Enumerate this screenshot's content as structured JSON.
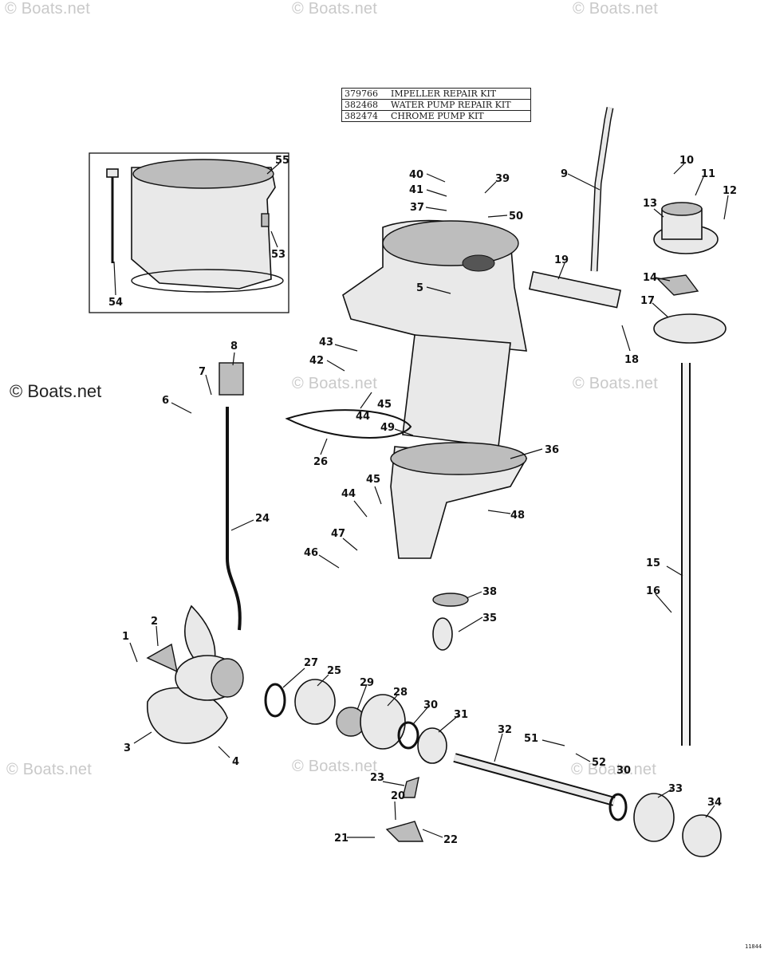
{
  "watermarks": [
    "© Boats.net",
    "© Boats.net",
    "© Boats.net",
    "© Boats.net",
    "© Boats.net",
    "© Boats.net",
    "© Boats.net",
    "© Boats.net",
    "© Boats.net"
  ],
  "kits": [
    {
      "number": "379766",
      "name": "IMPELLER REPAIR KIT"
    },
    {
      "number": "382468",
      "name": "WATER PUMP REPAIR KIT"
    },
    {
      "number": "382474",
      "name": "CHROME PUMP KIT"
    }
  ],
  "part_labels": [
    "1",
    "2",
    "3",
    "4",
    "5",
    "6",
    "7",
    "8",
    "9",
    "10",
    "11",
    "12",
    "13",
    "14",
    "15",
    "16",
    "17",
    "18",
    "19",
    "20",
    "21",
    "22",
    "23",
    "24",
    "25",
    "26",
    "27",
    "28",
    "29",
    "30",
    "30",
    "31",
    "32",
    "33",
    "34",
    "35",
    "36",
    "37",
    "38",
    "39",
    "40",
    "41",
    "42",
    "43",
    "44",
    "44",
    "45",
    "45",
    "46",
    "47",
    "48",
    "49",
    "50",
    "51",
    "52",
    "53",
    "54",
    "55"
  ],
  "figure_code": "11844"
}
